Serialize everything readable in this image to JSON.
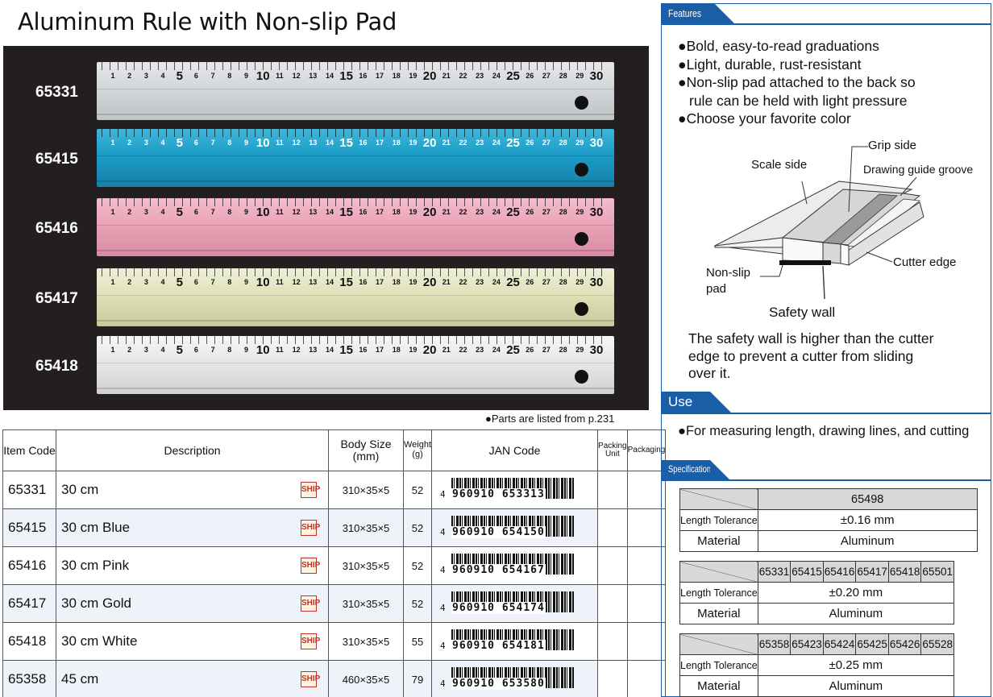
{
  "title": "Aluminum Rule with Non-slip Pad",
  "rulers": [
    {
      "code": "65331",
      "color": "silver"
    },
    {
      "code": "65415",
      "color": "blue"
    },
    {
      "code": "65416",
      "color": "pink"
    },
    {
      "code": "65417",
      "color": "gold"
    },
    {
      "code": "65418",
      "color": "white"
    }
  ],
  "ruler_numbers": [
    "1",
    "2",
    "3",
    "4",
    "5",
    "6",
    "7",
    "8",
    "9",
    "10",
    "11",
    "12",
    "13",
    "14",
    "15",
    "16",
    "17",
    "18",
    "19",
    "20",
    "21",
    "22",
    "23",
    "24",
    "25",
    "26",
    "27",
    "28",
    "29",
    "30"
  ],
  "parts_note": "●Parts are listed from p.231",
  "table": {
    "headers": {
      "item_code": "Item Code",
      "description": "Description",
      "body_size": "Body Size (mm)",
      "weight": "Weight (g)",
      "jan": "JAN Code",
      "packing_unit": "Packing Unit",
      "packaging": "Packaging"
    },
    "rows": [
      {
        "code": "65331",
        "desc": "30 cm",
        "body": "310×35×5",
        "weight": "52",
        "jan_lead": "4",
        "jan": "960910 653313"
      },
      {
        "code": "65415",
        "desc": "30 cm Blue",
        "body": "310×35×5",
        "weight": "52",
        "jan_lead": "4",
        "jan": "960910 654150"
      },
      {
        "code": "65416",
        "desc": "30 cm Pink",
        "body": "310×35×5",
        "weight": "52",
        "jan_lead": "4",
        "jan": "960910 654167"
      },
      {
        "code": "65417",
        "desc": "30 cm Gold",
        "body": "310×35×5",
        "weight": "52",
        "jan_lead": "4",
        "jan": "960910 654174"
      },
      {
        "code": "65418",
        "desc": "30 cm White",
        "body": "310×35×5",
        "weight": "55",
        "jan_lead": "4",
        "jan": "960910 654181"
      },
      {
        "code": "65358",
        "desc": "45 cm",
        "body": "460×35×5",
        "weight": "79",
        "jan_lead": "4",
        "jan": "960910 653580"
      }
    ],
    "ship_badge": "SHIP"
  },
  "features": {
    "heading": "Features",
    "items": [
      "●Bold, easy-to-read graduations",
      "●Light, durable, rust-resistant",
      "●Non-slip pad attached to the back so",
      "rule can be held with light pressure",
      "●Choose your favorite color"
    ]
  },
  "diagram": {
    "grip_side": "Grip side",
    "scale_side": "Scale side",
    "drawing_guide": "Drawing guide groove",
    "cutter_edge": "Cutter edge",
    "non_slip_1": "Non-slip",
    "non_slip_2": "pad",
    "safety_wall": "Safety wall"
  },
  "safety_note": [
    "The safety wall is higher than the cutter",
    "edge to prevent a cutter from sliding",
    "over it."
  ],
  "use": {
    "heading": "Use",
    "text": "●For measuring length, drawing lines, and cutting"
  },
  "specs": {
    "heading": "Specifications",
    "blocks": [
      {
        "codes": [
          "65498"
        ],
        "tolerance_label": "Length Tolerance",
        "tolerance": "±0.16 mm",
        "material_label": "Material",
        "material": "Aluminum"
      },
      {
        "codes": [
          "65331",
          "65415",
          "65416",
          "65417",
          "65418",
          "65501"
        ],
        "tolerance_label": "Length Tolerance",
        "tolerance": "±0.20 mm",
        "material_label": "Material",
        "material": "Aluminum"
      },
      {
        "codes": [
          "65358",
          "65423",
          "65424",
          "65425",
          "65426",
          "65528"
        ],
        "tolerance_label": "Length Tolerance",
        "tolerance": "±0.25 mm",
        "material_label": "Material",
        "material": "Aluminum"
      }
    ]
  },
  "colors": {
    "accent": "#1a5ea8",
    "row_alt": "#eef3fa",
    "photo_bg": "#231f20"
  }
}
